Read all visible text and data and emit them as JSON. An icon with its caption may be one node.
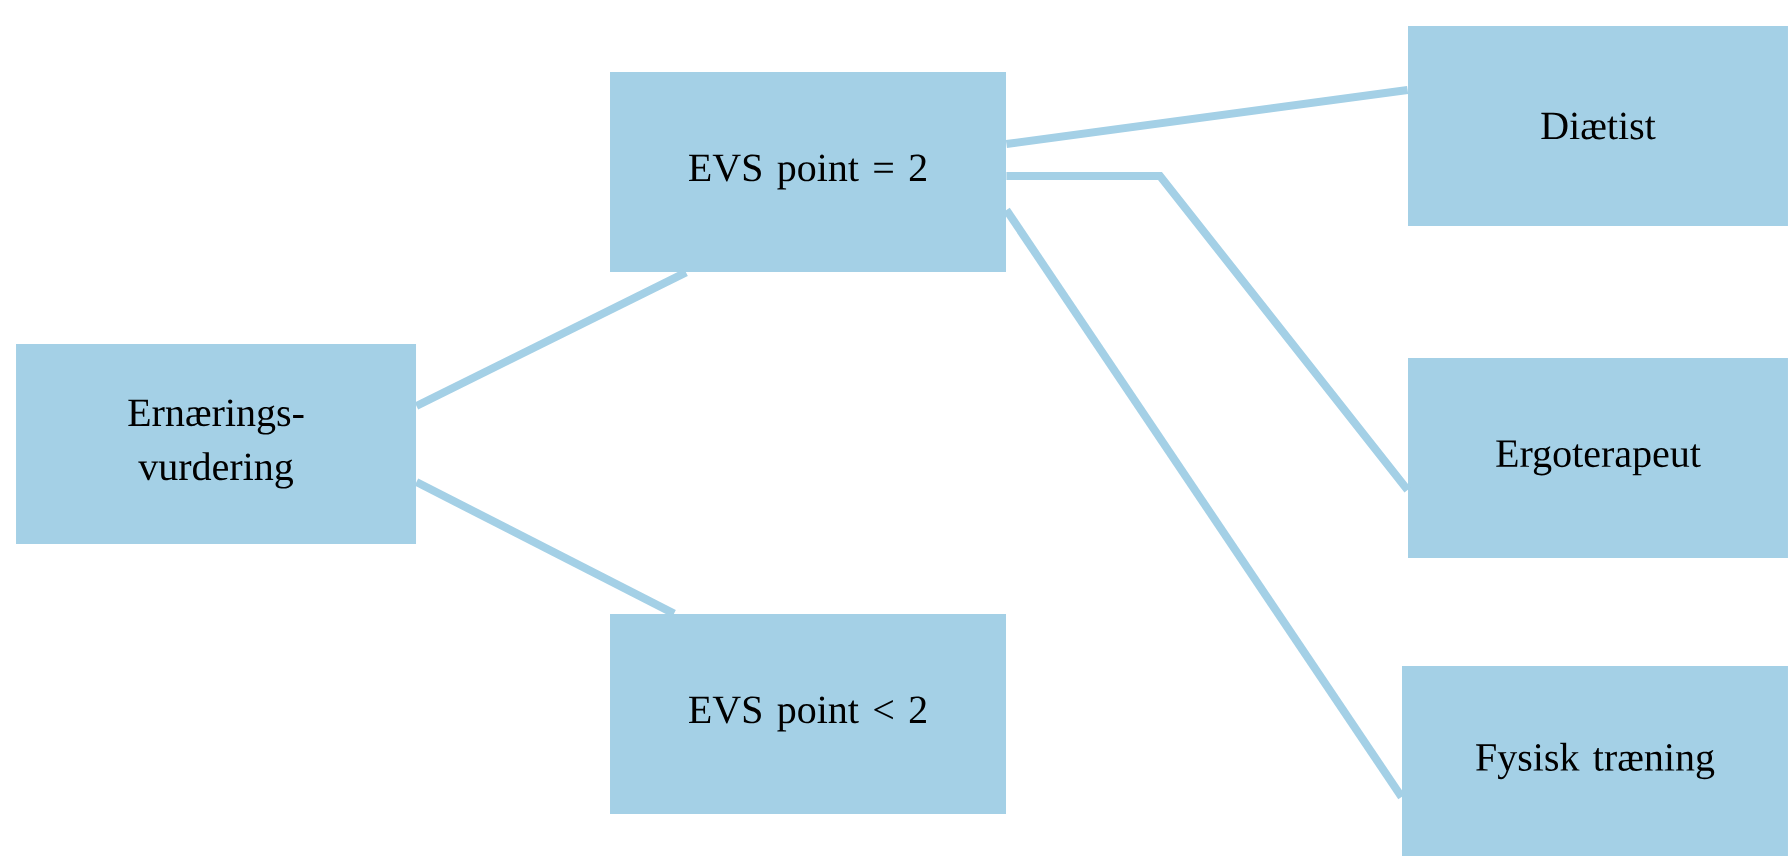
{
  "diagram": {
    "nodes": [
      {
        "text": [
          "Ernærings- vurdering"
        ]
      },
      {
        "text": [
          "EVS point = 2"
        ]
      },
      {
        "text": [
          "EVS point < 2"
        ]
      },
      {
        "text": [
          "Diætist"
        ]
      },
      {
        "text": [
          "Ergoterapeut"
        ]
      },
      {
        "text": [
          "Fysisk træning"
        ]
      }
    ],
    "edges": [
      {
        "from": 0,
        "to": 1,
        "arrow": "none"
      },
      {
        "from": 0,
        "to": 2,
        "arrow": "none"
      },
      {
        "from": 1,
        "to": 3,
        "arrow": "none"
      },
      {
        "from": 1,
        "to": 4,
        "arrow": "none"
      },
      {
        "from": 1,
        "to": 5,
        "arrow": "none"
      }
    ]
  }
}
